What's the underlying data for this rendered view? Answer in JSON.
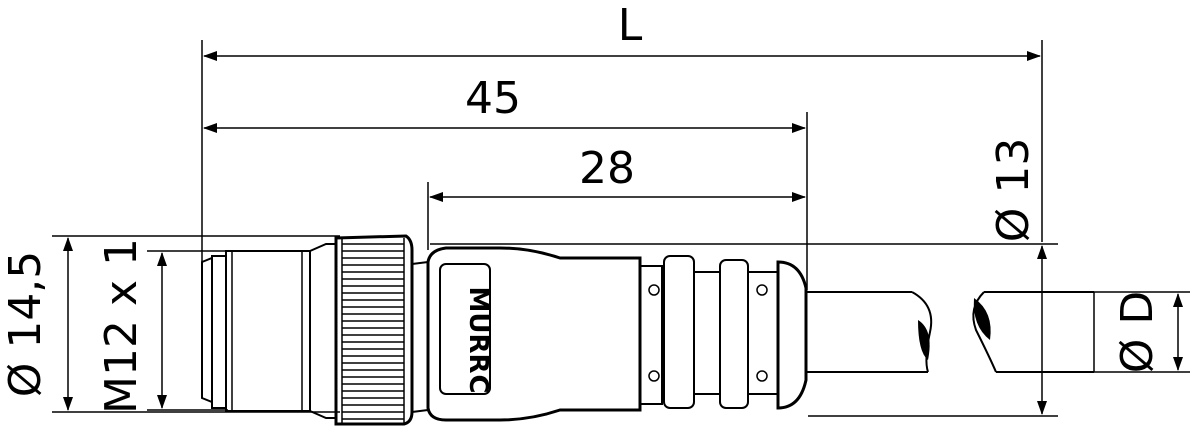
{
  "dimensions": {
    "overall_length": "L",
    "length_45": "45",
    "length_28": "28",
    "outer_diameter": "Ø 14,5",
    "thread": "M12 x 1",
    "overmold_diameter": "Ø 13",
    "cable_diameter": "Ø D"
  },
  "branding": {
    "logo_text": "MURR",
    "series_letter": "C"
  },
  "colors": {
    "line": "#000000",
    "background": "#ffffff"
  }
}
